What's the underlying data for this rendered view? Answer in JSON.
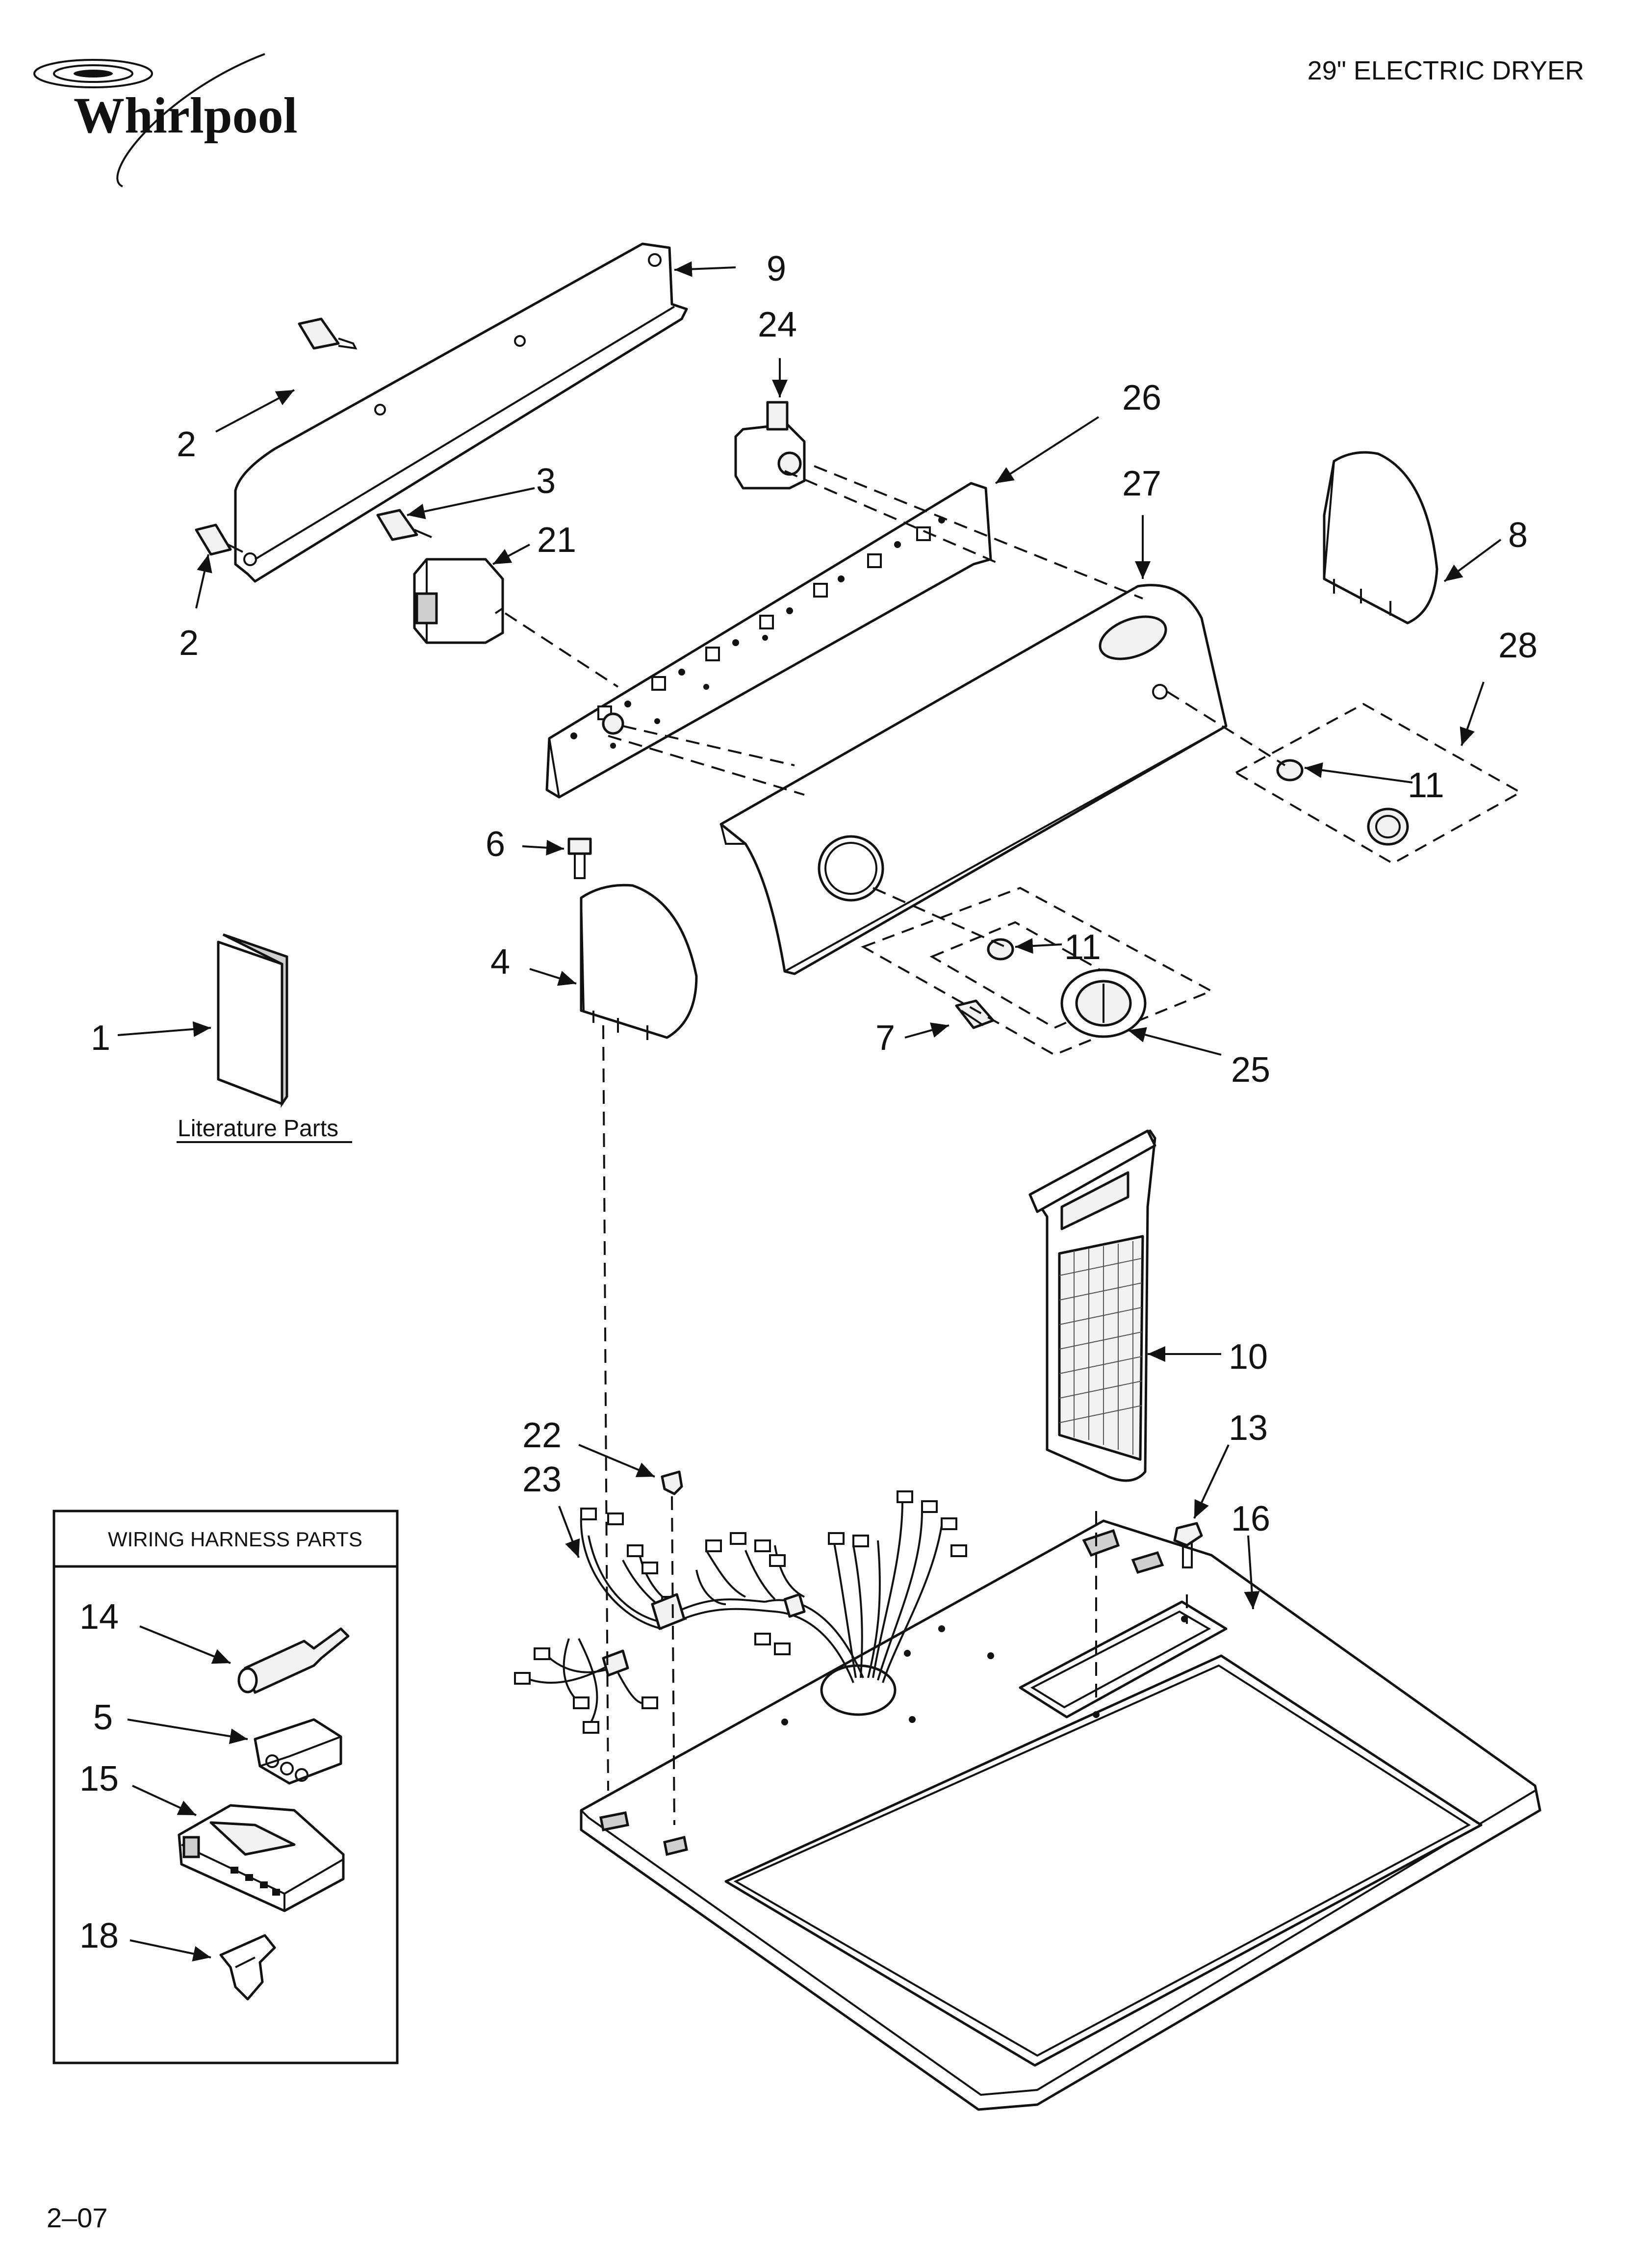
{
  "header": {
    "brand": "Whirlpool",
    "model_title": "29\" ELECTRIC DRYER"
  },
  "callouts": {
    "c1": "1",
    "c2a": "2",
    "c2b": "2",
    "c3": "3",
    "c4": "4",
    "c5": "5",
    "c6": "6",
    "c7": "7",
    "c8": "8",
    "c9": "9",
    "c10": "10",
    "c11a": "11",
    "c11b": "11",
    "c13": "13",
    "c14": "14",
    "c15": "15",
    "c16": "16",
    "c18": "18",
    "c21": "21",
    "c22": "22",
    "c23": "23",
    "c24": "24",
    "c25": "25",
    "c26": "26",
    "c27": "27",
    "c28": "28"
  },
  "literature_label": "Literature Parts",
  "wiring_box_title": "WIRING HARNESS PARTS",
  "footer": {
    "revision": "2–07"
  },
  "colors": {
    "ink": "#111111",
    "background": "#ffffff"
  }
}
